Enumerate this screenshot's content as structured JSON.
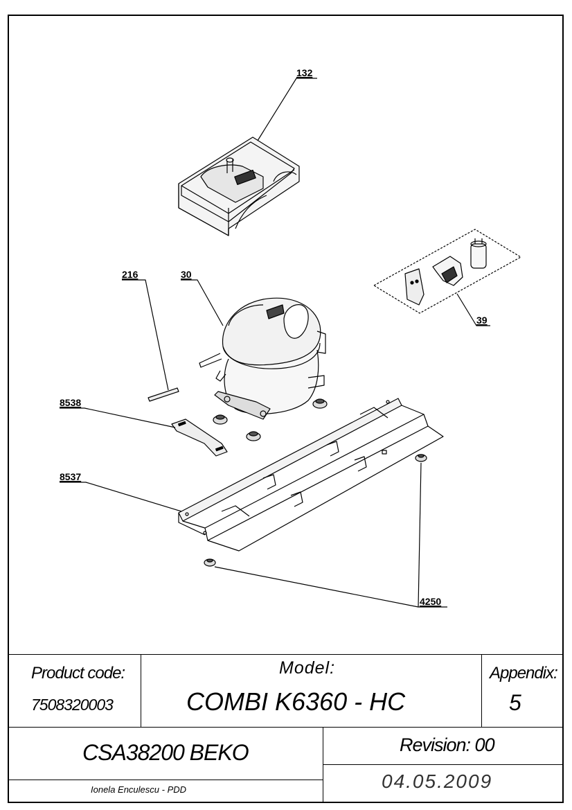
{
  "callouts": {
    "c132": "132",
    "c216": "216",
    "c30": "30",
    "c39": "39",
    "c8538": "8538",
    "c8537": "8537",
    "c4250": "4250"
  },
  "title_block": {
    "product_code_label": "Product code:",
    "product_code_value": "7508320003",
    "model_label": "Model:",
    "model_value": "COMBI K6360 - HC",
    "appendix_label": "Appendix:",
    "appendix_value": "5",
    "compressor": "CSA38200 BEKO",
    "revision": "Revision: 00",
    "author": "Ionela Enculescu - PDD",
    "date": "04.05.2009"
  }
}
